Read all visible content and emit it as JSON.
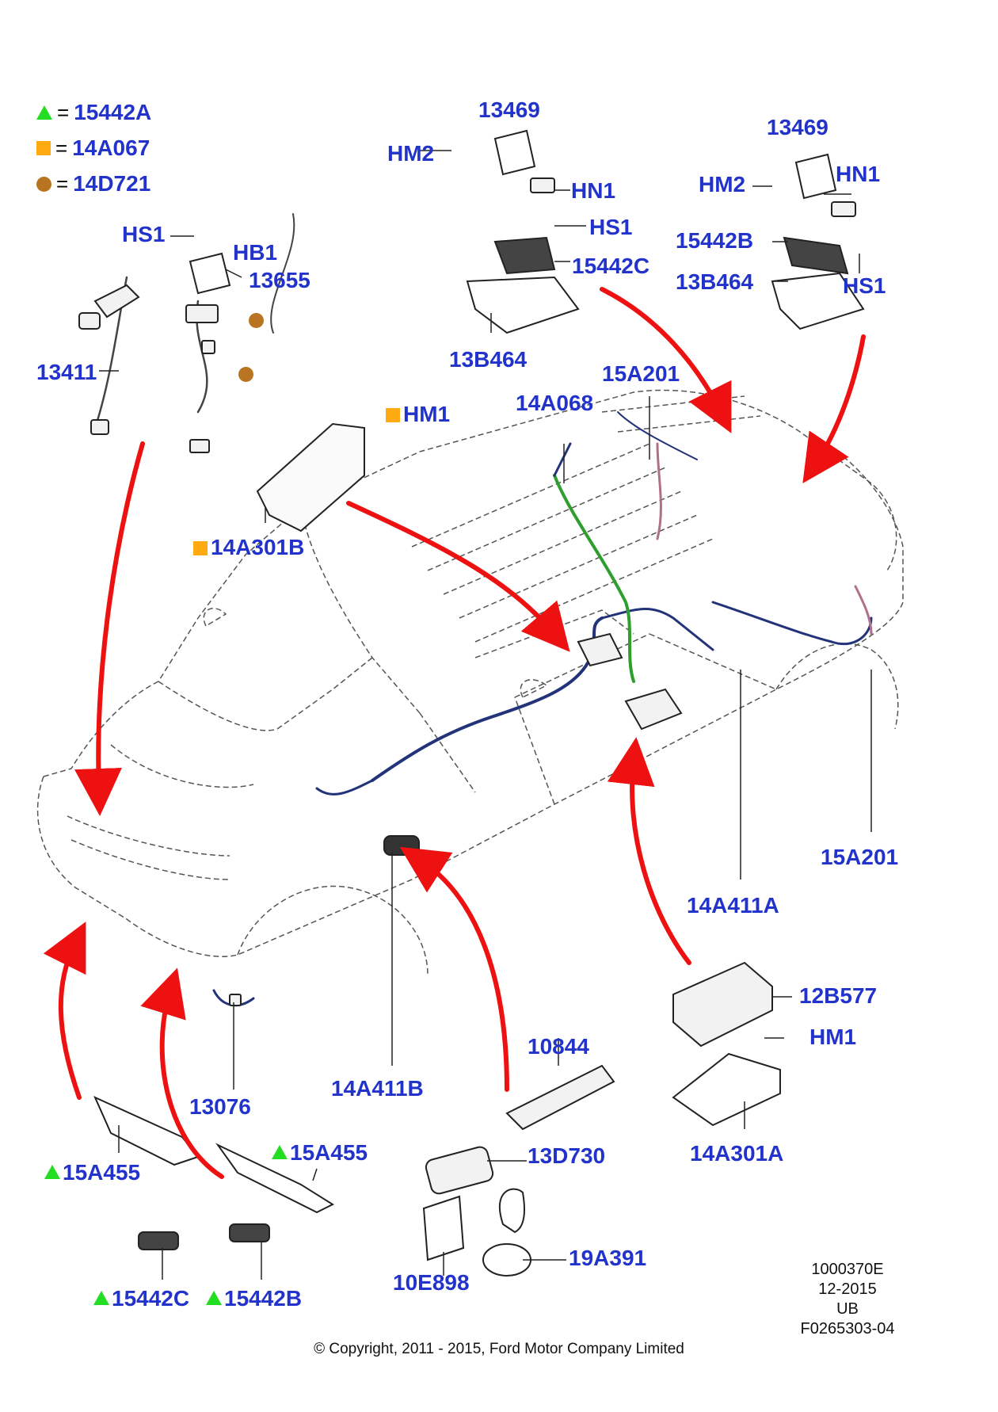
{
  "legend": [
    {
      "symbol": "triangle",
      "color": "#22dd22",
      "equals": "=",
      "code": "15442A"
    },
    {
      "symbol": "square",
      "color": "#ffaa11",
      "equals": "=",
      "code": "14A067"
    },
    {
      "symbol": "dot",
      "color": "#b87420",
      "equals": "=",
      "code": "14D721"
    }
  ],
  "labels": {
    "l13469_a": "13469",
    "hm2_a": "HM2",
    "hn1_a": "HN1",
    "hs1_a": "HS1",
    "l15442c_a": "15442C",
    "l13b464_a": "13B464",
    "l13469_b": "13469",
    "hm2_b": "HM2",
    "hn1_b": "HN1",
    "l15442b_a": "15442B",
    "l13b464_b": "13B464",
    "hs1_b": "HS1",
    "hs1_c": "HS1",
    "hb1": "HB1",
    "l13655": "13655",
    "l13411": "13411",
    "hm1_a": "HM1",
    "l14a301b": "14A301B",
    "l14a068": "14A068",
    "l15a201_a": "15A201",
    "l15a201_b": "15A201",
    "l14a411a": "14A411A",
    "l14a411b": "14A411B",
    "l12b577": "12B577",
    "hm1_b": "HM1",
    "l14a301a": "14A301A",
    "l10844": "10844",
    "l13d730": "13D730",
    "l19a391": "19A391",
    "l10e898": "10E898",
    "l13076": "13076",
    "l15a455_a": "15A455",
    "l15a455_b": "15A455",
    "l15442c_b": "15442C",
    "l15442b_b": "15442B"
  },
  "info": {
    "ref": "1000370E",
    "date": "12-2015",
    "region": "UB",
    "figure": "F0265303-04"
  },
  "copyright": "© Copyright, 2011 - 2015, Ford Motor Company Limited",
  "colors": {
    "label": "#2233cc",
    "arrow": "#ee1111",
    "harness_blue": "#22337a",
    "harness_green": "#2e9e2e",
    "harness_pink": "#b0708a",
    "marker_triangle": "#22dd22",
    "marker_square": "#ffaa11",
    "marker_dot": "#b87420"
  }
}
